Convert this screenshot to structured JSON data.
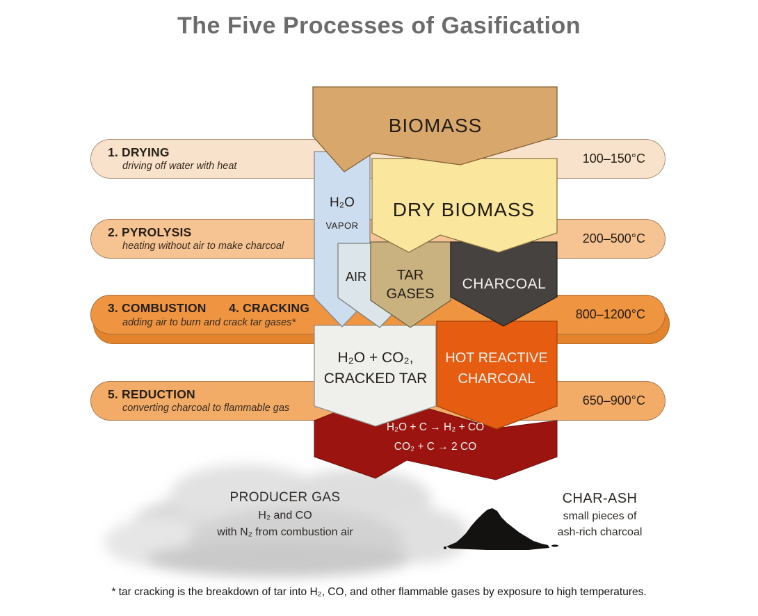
{
  "title": "The Five Processes of Gasification",
  "bands": [
    {
      "label": "1. DRYING",
      "sublabel": "driving off water with heat",
      "temp": "100–150°C"
    },
    {
      "label": "2. PYROLYSIS",
      "sublabel": "heating without air to make charcoal",
      "temp": "200–500°C"
    },
    {
      "label": "3. COMBUSTION",
      "label2": "4. CRACKING",
      "sublabel": "adding air to burn and crack tar gases*",
      "temp": "800–1200°C"
    },
    {
      "label": "5. REDUCTION",
      "sublabel": "converting charcoal to flammable gas",
      "temp": "650–900°C"
    }
  ],
  "blocks": {
    "biomass": "BIOMASS",
    "h2o": "H₂O",
    "vapor": "VAPOR",
    "dry_biomass": "DRY BIOMASS",
    "air": "AIR",
    "tar": "TAR",
    "gases": "GASES",
    "charcoal": "CHARCOAL",
    "cracked_line1": "H₂O + CO₂,",
    "cracked_line2": "CRACKED TAR",
    "hot_line1": "HOT REACTIVE",
    "hot_line2": "CHARCOAL",
    "eq1": "H₂O + C → H₂ + CO",
    "eq2": "CO₂ + C → 2 CO"
  },
  "outputs": {
    "producer_gas": {
      "title": "PRODUCER GAS",
      "line1": "H₂ and CO",
      "line2": "with N₂ from combustion air"
    },
    "char_ash": {
      "title": "CHAR-ASH",
      "line1": "small pieces of",
      "line2": "ash-rich charcoal"
    }
  },
  "footnote": "* tar cracking is the breakdown of tar into H₂, CO, and other flammable gases by exposure to high temperatures.",
  "colors": {
    "band1": "#f9e2cb",
    "band2": "#f6c393",
    "band3": "#ef9440",
    "band3_shadow": "#e3832b",
    "band4": "#f3ac68",
    "biomass": "#d8a76b",
    "h2o_vapor": "#cbddee",
    "air": "#dce6ea",
    "dry_biomass": "#fbe69d",
    "tar_gases": "#c9b180",
    "charcoal": "#454240",
    "cracked_tar": "#efefec",
    "hot_charcoal": "#e65d12",
    "reduction_red": "#9c1410",
    "pile_black": "#141210"
  }
}
